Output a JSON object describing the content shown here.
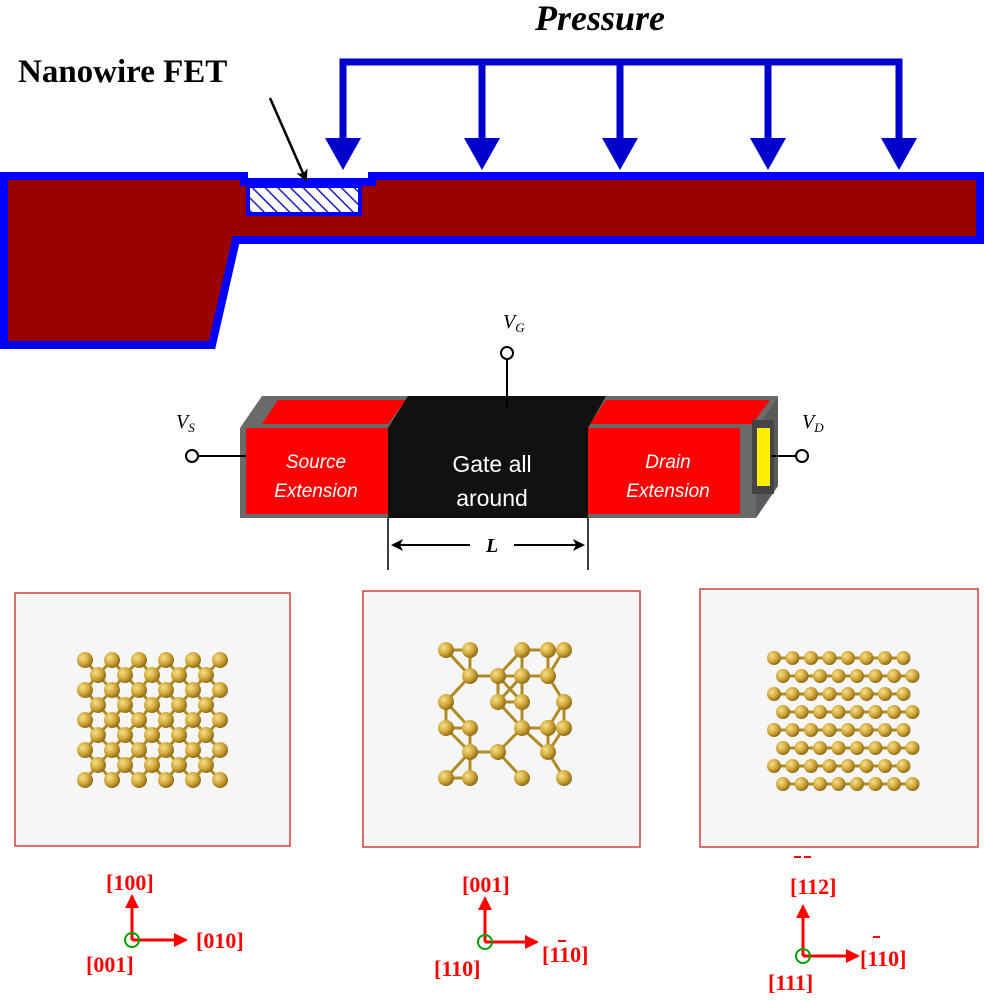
{
  "top": {
    "pressure_label": "Pressure",
    "fet_label": "Nanowire FET"
  },
  "device": {
    "gate_voltage": "V",
    "gate_voltage_sub": "G",
    "source_voltage": "V",
    "source_voltage_sub": "S",
    "drain_voltage": "V",
    "drain_voltage_sub": "D",
    "source_line1": "Source",
    "source_line2": "Extension",
    "gate_line1": "Gate all",
    "gate_line2": "around",
    "drain_line1": "Drain",
    "drain_line2": "Extension",
    "length_label": "L"
  },
  "panels": [
    {
      "up_label": "[100]",
      "right_label": "[010]",
      "origin_label": "[001]"
    },
    {
      "up_label": "[001]",
      "right_label": "[110]",
      "origin_label": "[110]"
    },
    {
      "up_label": "[112]",
      "right_label": "[110]",
      "origin_label": "[111]"
    }
  ],
  "colors": {
    "cantilever_fill": "#9b0000",
    "cantilever_border": "#0000ff",
    "arrow_blue": "#0000cc",
    "red_region": "#ff0000",
    "gate_black": "#111111",
    "atom_gold": "#c9a030",
    "panel_border": "#d04040",
    "axis_red": "#ff0000",
    "origin_green": "#00a000"
  }
}
